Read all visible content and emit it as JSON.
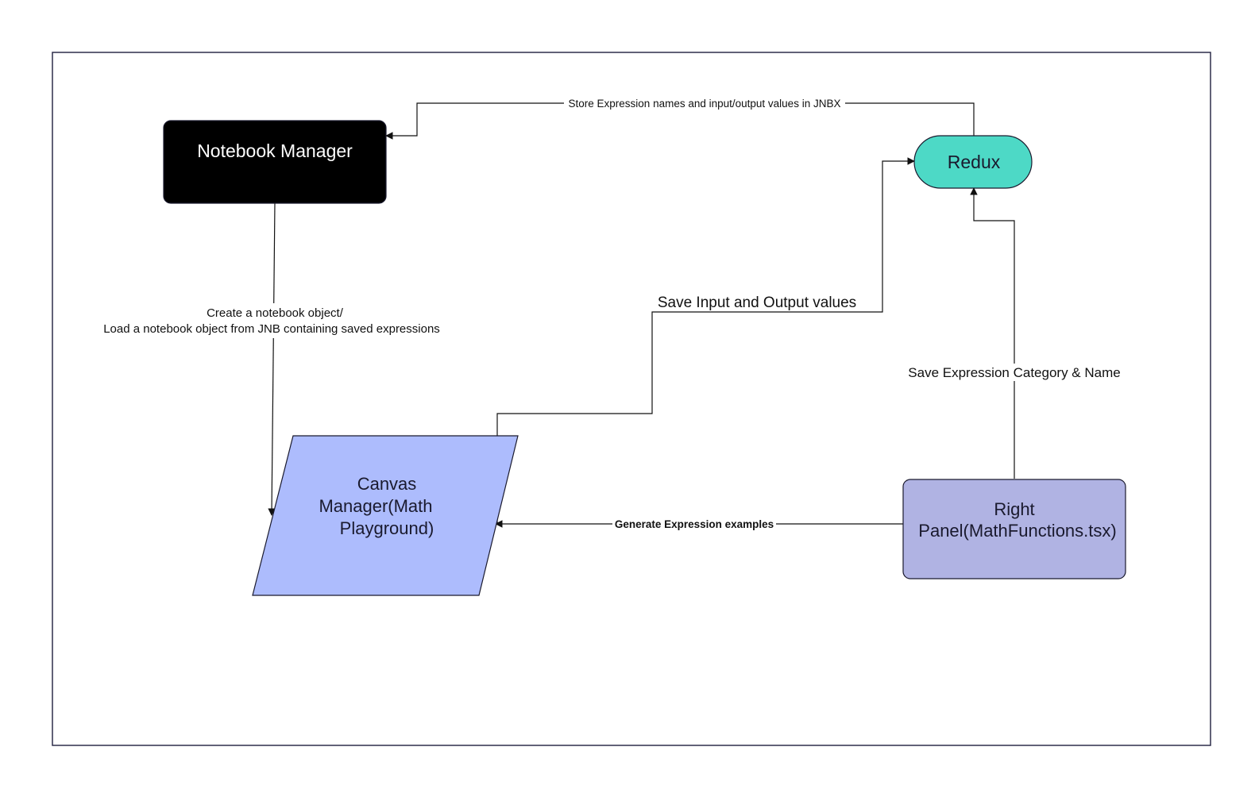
{
  "colors": {
    "frame_stroke": "#2d2d4a",
    "notebook_fill": "#000000",
    "notebook_text": "#ffffff",
    "redux_fill": "#4dd9c6",
    "canvas_fill": "#adbcfd",
    "panel_fill": "#b0b3e3",
    "stroke": "#1a1a2e",
    "edge": "#111111"
  },
  "nodes": {
    "notebook_manager": {
      "label": "Notebook Manager"
    },
    "redux": {
      "label": "Redux"
    },
    "canvas_manager": {
      "line1": "Canvas",
      "line2": "Manager(Math",
      "line3": "Playground)"
    },
    "right_panel": {
      "line1": "Right",
      "line2": "Panel(MathFunctions.tsx)"
    }
  },
  "edges": {
    "store_expression": {
      "label": "Store Expression names and input/output values in JNBX"
    },
    "create_notebook": {
      "line1": "Create a notebook object/",
      "line2": "Load a notebook object from JNB containing saved expressions"
    },
    "save_io": {
      "label": "Save Input and Output values"
    },
    "save_category": {
      "label": "Save Expression Category & Name"
    },
    "generate_examples": {
      "label": "Generate Expression examples"
    }
  }
}
